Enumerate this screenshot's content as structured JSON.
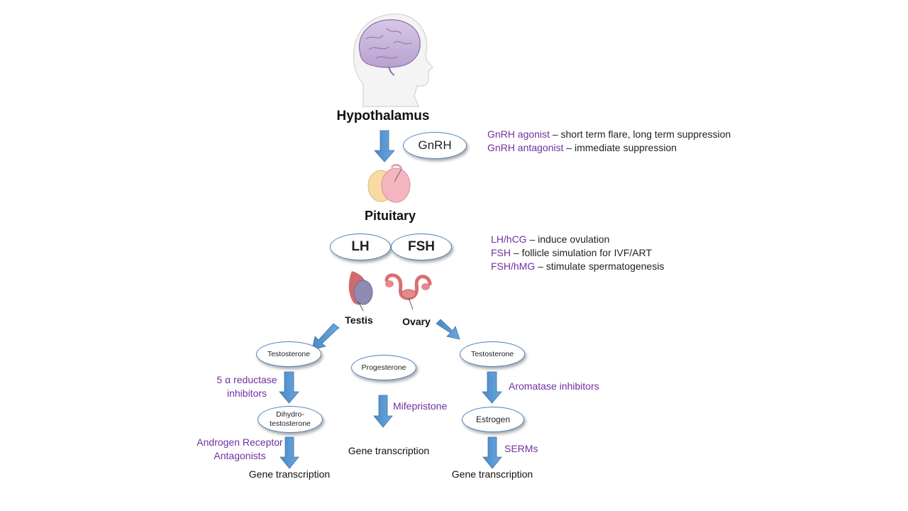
{
  "hypothalamus_label": "Hypothalamus",
  "pituitary_label": "Pituitary",
  "gnrh": "GnRH",
  "lh": "LH",
  "fsh": "FSH",
  "testis_label": "Testis",
  "ovary_label": "Ovary",
  "gnrh_notes": [
    {
      "drug": "GnRH agonist",
      "effect": " – short term flare, long term suppression"
    },
    {
      "drug": "GnRH antagonist",
      "effect": " – immediate suppression"
    }
  ],
  "gonadotropin_notes": [
    {
      "drug": "LH/hCG",
      "effect": " – induce ovulation"
    },
    {
      "drug": "FSH",
      "effect": " – follicle simulation for IVF/ART"
    },
    {
      "drug": "FSH/hMG",
      "effect": " – stimulate spermatogenesis"
    }
  ],
  "left_branch": {
    "testosterone": "Testosterone",
    "inhibitor": "5 α reductase inhibitors",
    "dht_line1": "Dihydro-",
    "dht_line2": "testosterone",
    "antagonist": "Androgen Receptor Antagonists",
    "outcome": "Gene transcription"
  },
  "middle_branch": {
    "progesterone": "Progesterone",
    "inhibitor": "Mifepristone",
    "outcome": "Gene transcription"
  },
  "right_branch": {
    "testosterone": "Testosterone",
    "inhibitor": "Aromatase inhibitors",
    "estrogen": "Estrogen",
    "modulator": "SERMs",
    "outcome": "Gene transcription"
  },
  "colors": {
    "arrow": "#5b9bd5",
    "drug": "#7030a0",
    "ellipse_border": "#4f81bd"
  }
}
